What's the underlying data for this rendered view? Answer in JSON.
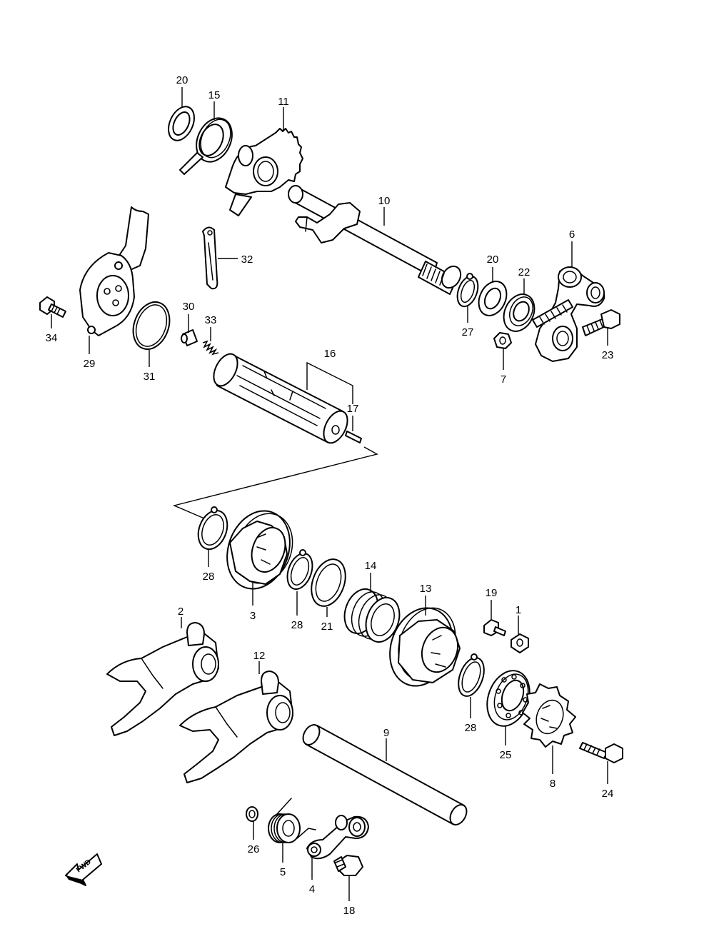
{
  "diagram": {
    "direction_arrow_text": "FWD",
    "callouts": [
      "1",
      "2",
      "3",
      "4",
      "5",
      "6",
      "7",
      "8",
      "9",
      "10",
      "11",
      "12",
      "13",
      "14",
      "15",
      "16",
      "17",
      "18",
      "19",
      "20",
      "21",
      "22",
      "23",
      "24",
      "25",
      "26",
      "27",
      "28",
      "29",
      "30",
      "31",
      "32",
      "33",
      "34"
    ]
  }
}
